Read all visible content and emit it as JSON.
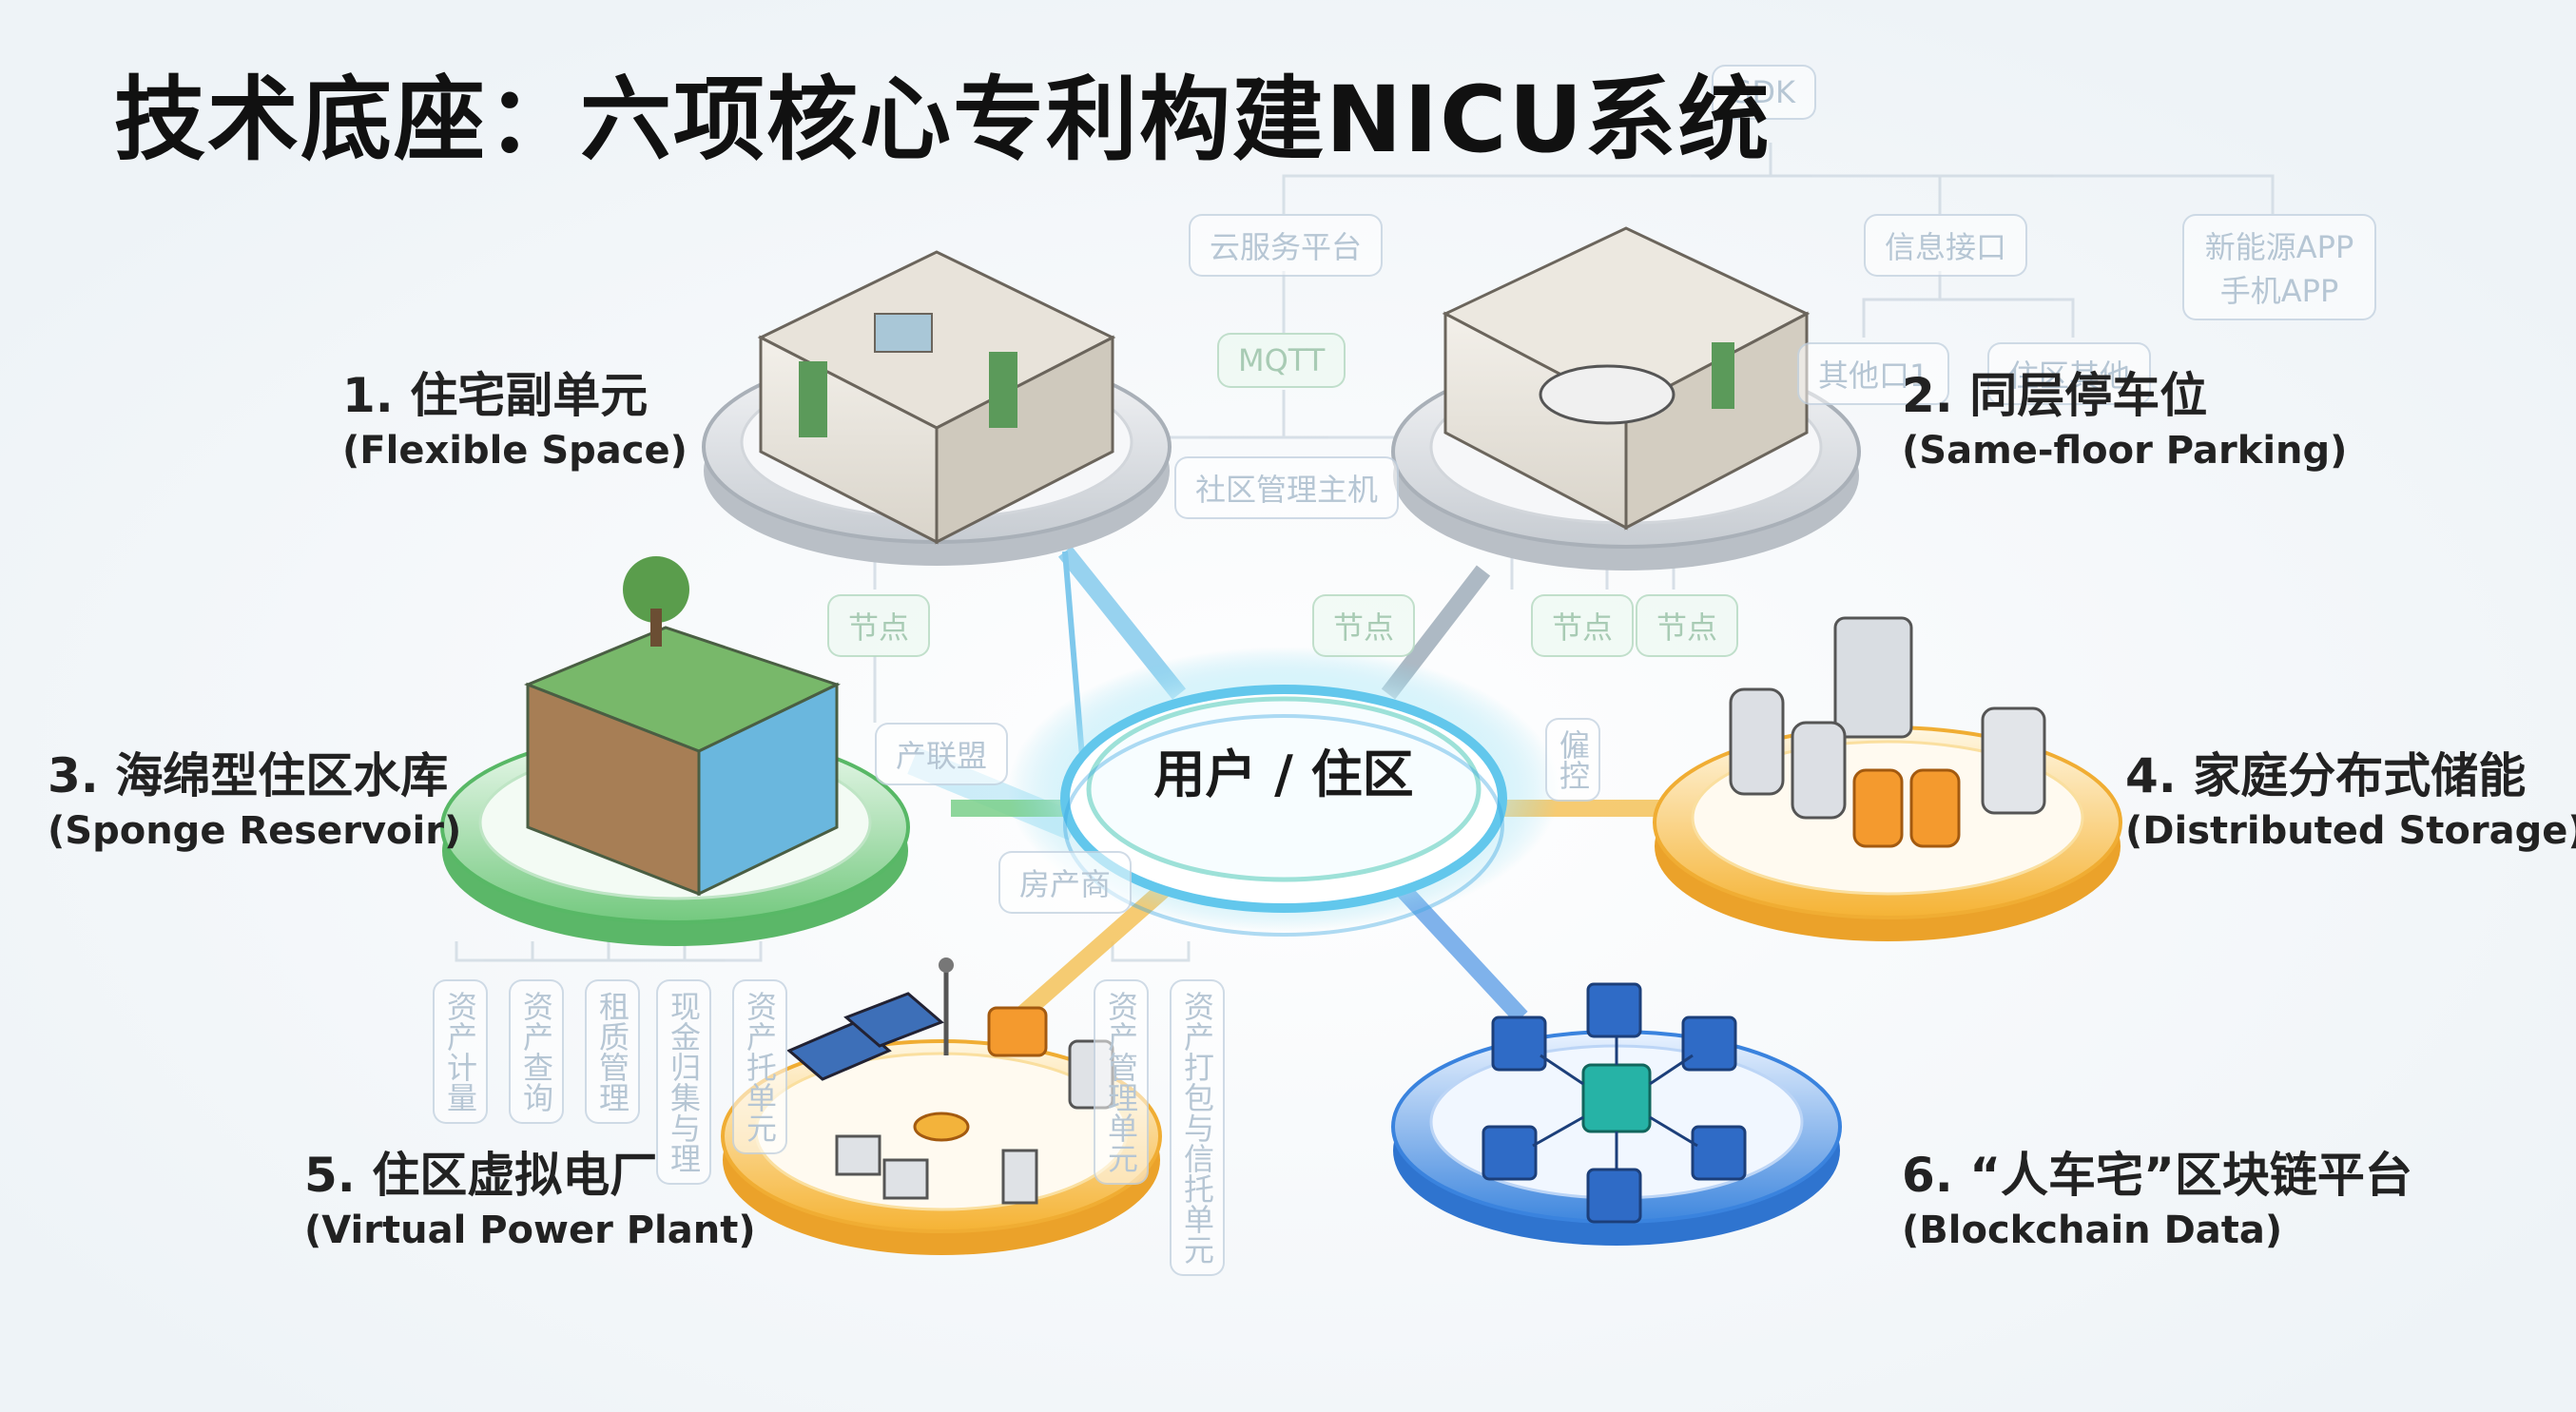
{
  "title": "技术底座：六项核心专利构建NICU系统",
  "hub": {
    "label": "用户 / 住区"
  },
  "modules": [
    {
      "zh": "1. 住宅副单元",
      "en": "(Flexible Space)",
      "color": "#9aa3ad"
    },
    {
      "zh": "2. 同层停车位",
      "en": "(Same-floor Parking)",
      "color": "#9aa3ad"
    },
    {
      "zh": "3. 海绵型住区水库",
      "en": "(Sponge Reservoir)",
      "color": "#5cbf6a"
    },
    {
      "zh": "4. 家庭分布式储能",
      "en": "(Distributed Storage)",
      "color": "#f5b335"
    },
    {
      "zh": "5. 住区虚拟电厂",
      "en": "(Virtual Power Plant)",
      "color": "#f5b335"
    },
    {
      "zh": "6. “人车宅”区块链平台",
      "en": "(Blockchain Data)",
      "color": "#3f87de"
    }
  ],
  "background_tags": {
    "sdk": "SDK",
    "cloud": "云服务平台",
    "info": "信息接口",
    "app": "新能源APP手机APP",
    "mqtt": "MQTT",
    "other1": "其他口1",
    "other2": "住区其他",
    "host": "社区管理主机",
    "node1": "节点",
    "node2": "节点",
    "node3": "节点",
    "node4": "节点",
    "alliance": "产联盟",
    "realestate": "房产商",
    "ctrl": "僱控",
    "col1": "资产计量",
    "col2": "资产查询",
    "col3": "租质管理",
    "col4": "现金归集与理",
    "col5": "资产托单元",
    "col6": "资产管理单元",
    "col7": "资产打包与信托单元"
  }
}
